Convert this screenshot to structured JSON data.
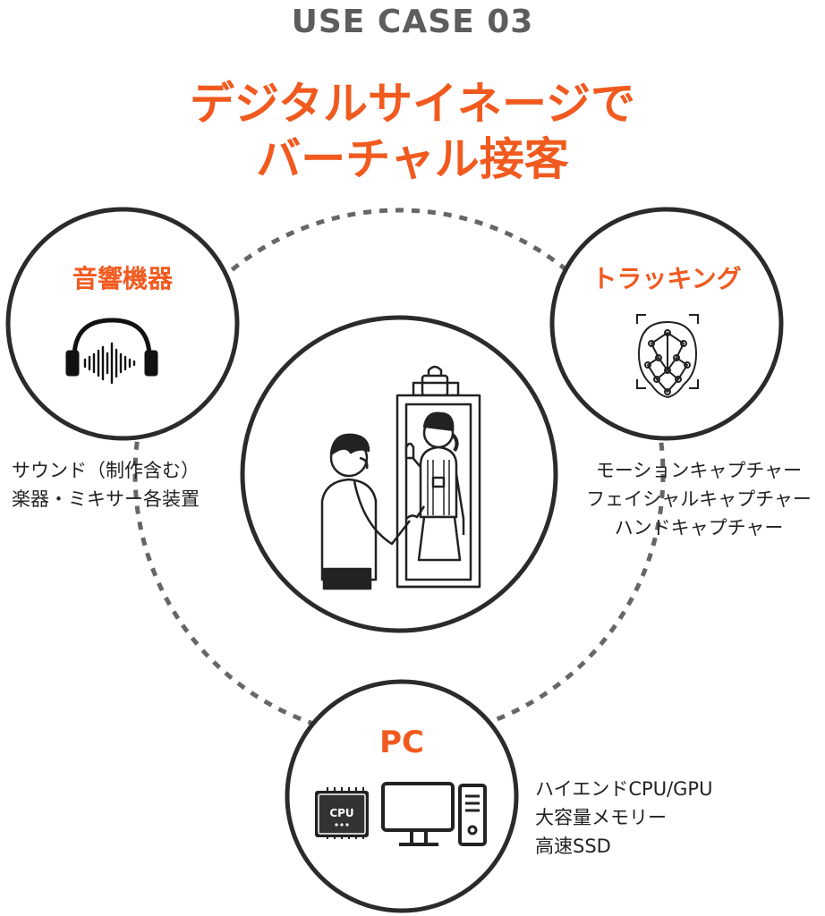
{
  "header": {
    "eyebrow": "USE CASE 03",
    "title_line1": "デジタルサイネージで",
    "title_line2": "バーチャル接客"
  },
  "nodes": {
    "audio": {
      "label": "音響機器",
      "icon": "headphones-icon",
      "desc": [
        "サウンド（制作含む）",
        "楽器・ミキサー各装置"
      ]
    },
    "tracking": {
      "label": "トラッキング",
      "icon": "face-tracking-icon",
      "desc": [
        "モーションキャプチャー",
        "フェイシャルキャプチャー",
        "ハンドキャプチャー"
      ]
    },
    "pc": {
      "label": "PC",
      "icon_labels": {
        "cpu": "CPU"
      },
      "desc": [
        "ハイエンドCPU/GPU",
        "大容量メモリー",
        "高速SSD"
      ]
    }
  },
  "center": {
    "illustration": "man-talking-to-virtual-receptionist-on-signage"
  },
  "colors": {
    "accent": "#f15a1f",
    "eyebrow": "#5d5d5d",
    "stroke": "#222222",
    "dash": "#666666"
  }
}
